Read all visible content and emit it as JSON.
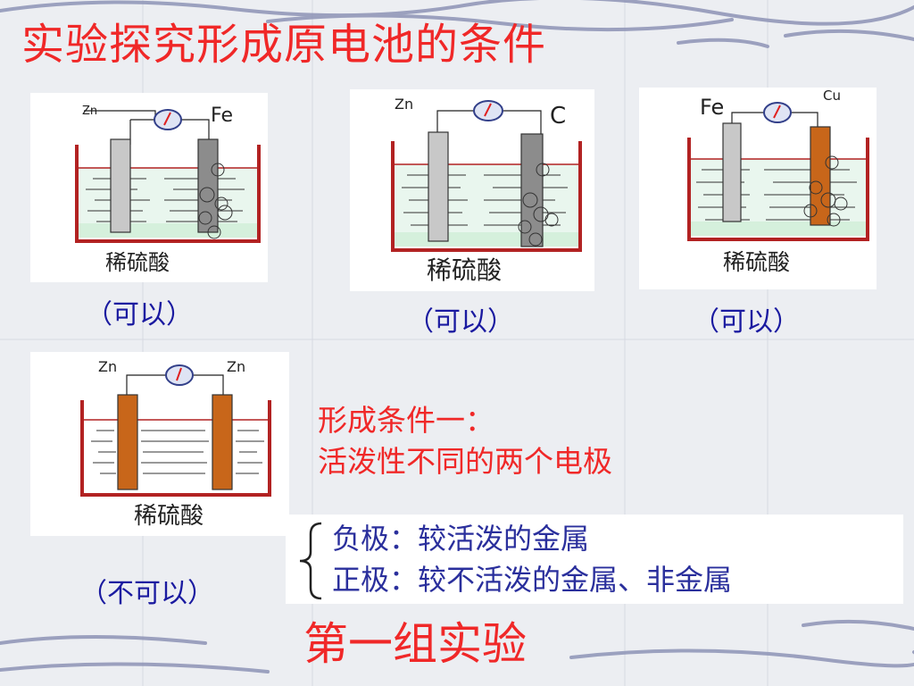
{
  "slide": {
    "title": "实验探究形成原电池的条件",
    "footer": "第一组实验"
  },
  "experiments": [
    {
      "left_electrode": "Zn",
      "right_electrode": "Fe",
      "solution": "稀硫酸",
      "result": "（可以）"
    },
    {
      "left_electrode": "Zn",
      "right_electrode": "C",
      "solution": "稀硫酸",
      "result": "（可以）"
    },
    {
      "left_electrode": "Fe",
      "right_electrode": "Cu",
      "solution": "稀硫酸",
      "result": "（可以）"
    },
    {
      "left_electrode": "Zn",
      "right_electrode": "Zn",
      "solution": "稀硫酸",
      "result": "（不可以）"
    }
  ],
  "condition": {
    "heading": "形成条件一：",
    "text": "活泼性不同的两个电极"
  },
  "electrodes_note": {
    "negative": "负极：较活泼的金属",
    "positive": "正极：较不活泼的金属、非金属"
  },
  "colors": {
    "title_red": "#f02828",
    "caption_blue": "#1a1aa0",
    "beaker_red": "#b22222",
    "solution_green": "#d5f0dc",
    "electrode_gray": "#c8c8c8",
    "electrode_dark": "#8c8c8c",
    "electrode_copper": "#c8661a"
  },
  "icons": {
    "galvanometer": "galvanometer-icon",
    "bubbles": "bubble-icon",
    "brace": "left-brace-icon"
  }
}
